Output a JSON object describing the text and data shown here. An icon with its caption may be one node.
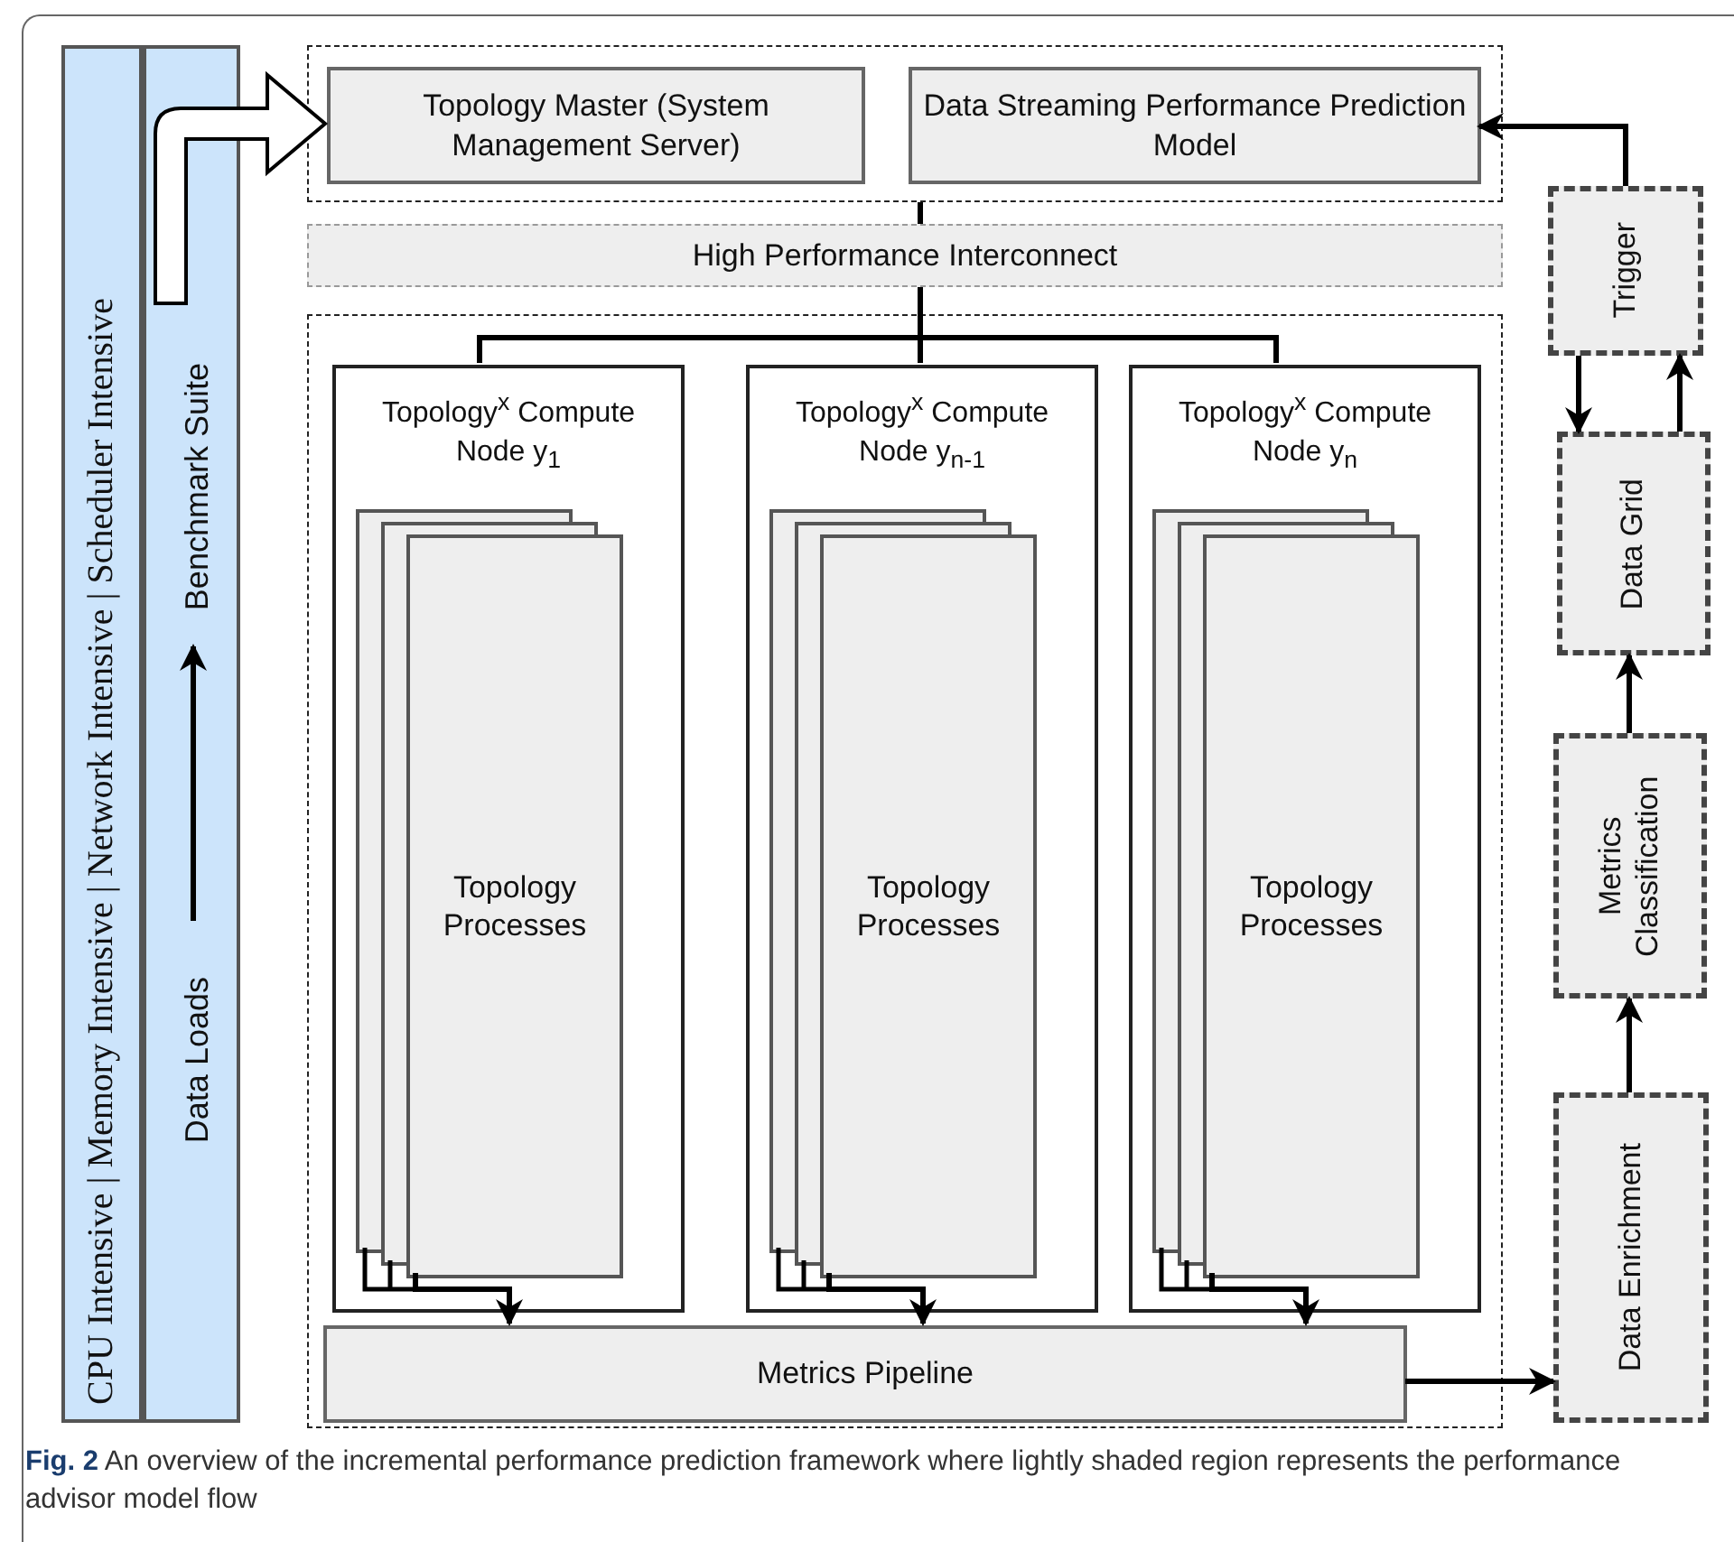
{
  "diagram": {
    "caption": "**Fig. 2** An overview of the incremental performance prediction framework where lightly shaded region represents the performance advisor model flow",
    "nodes": [
      {
        "text": [
          "CPU Intensive | Memory Intensive | Network Intensive | Scheduler Intensive"
        ]
      },
      {
        "text": [],
        "shape": "box"
      },
      {
        "text": [
          "Data Loads"
        ],
        "in": 1
      },
      {
        "text": [
          "Benchmark Suite"
        ],
        "in": 1
      },
      {
        "text": [],
        "shape": "box"
      },
      {
        "text": [
          "Topology Master (System Management Server)"
        ],
        "in": 4
      },
      {
        "text": [
          "Data Streaming Performance Prediction Model"
        ],
        "in": 4
      },
      {
        "text": [
          "High Performance Interconnect"
        ]
      },
      {
        "text": [],
        "shape": "box"
      },
      {
        "text": [
          "Topology$^{x}$ Compute Node y$_{1}$"
        ],
        "in": 8
      },
      {
        "text": [
          "Topology Processes"
        ],
        "in": 9
      },
      {
        "text": [
          "Topology$^{x}$ Compute Node y$_{n-1}$"
        ],
        "in": 8
      },
      {
        "text": [
          "Topology Processes"
        ],
        "in": 11
      },
      {
        "text": [
          "Topology$^{x}$ Compute Node y$_{n}$"
        ],
        "in": 8
      },
      {
        "text": [
          "Topology Processes"
        ],
        "in": 13
      },
      {
        "text": [
          "Metrics Pipeline"
        ],
        "in": 8
      },
      {
        "text": [
          "Trigger"
        ]
      },
      {
        "text": [
          "Data Grid"
        ]
      },
      {
        "text": [
          "Metrics Classification"
        ]
      },
      {
        "text": [
          "Data Enrichment"
        ]
      }
    ],
    "edges": [
      {
        "from": 2,
        "to": 3,
        "arrow": "to"
      },
      {
        "from": 1,
        "to": 5,
        "arrow": "to",
        "style": "thick"
      },
      {
        "from": 4,
        "to": 7,
        "arrow": "none"
      },
      {
        "from": 7,
        "to": 9,
        "arrow": "none"
      },
      {
        "from": 7,
        "to": 11,
        "arrow": "none"
      },
      {
        "from": 7,
        "to": 13,
        "arrow": "none"
      },
      {
        "from": 10,
        "to": 15,
        "arrow": "to"
      },
      {
        "from": 12,
        "to": 15,
        "arrow": "to"
      },
      {
        "from": 14,
        "to": 15,
        "arrow": "to"
      },
      {
        "from": 15,
        "to": 19,
        "arrow": "to"
      },
      {
        "from": 19,
        "to": 18,
        "arrow": "to"
      },
      {
        "from": 18,
        "to": 17,
        "arrow": "to"
      },
      {
        "from": 16,
        "to": 17,
        "arrow": "to"
      },
      {
        "from": 17,
        "to": 16,
        "arrow": "to"
      },
      {
        "from": 16,
        "to": 6,
        "arrow": "to"
      }
    ]
  }
}
